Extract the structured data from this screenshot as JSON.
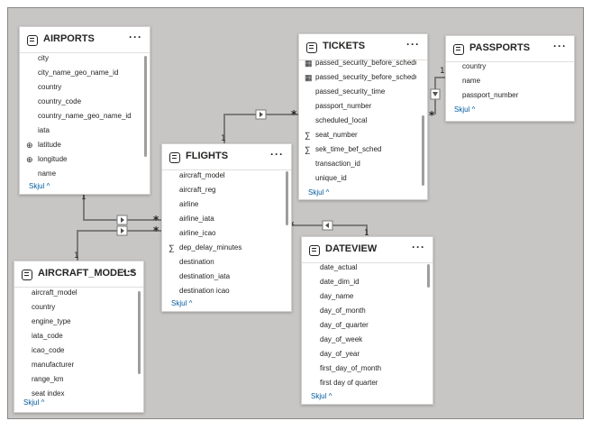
{
  "tables": {
    "airports": {
      "title": "AIRPORTS",
      "fields": [
        "city",
        "city_name_geo_name_id",
        "country",
        "country_code",
        "country_name_geo_name_id",
        "iata",
        "latitude",
        "longitude",
        "name"
      ],
      "collapse": "Skjul"
    },
    "tickets": {
      "title": "TICKETS",
      "fields": [
        "passed_security_before_schedule...",
        "passed_security_before_schedule...",
        "passed_security_time",
        "passport_number",
        "scheduled_local",
        "seat_number",
        "sek_time_bef_sched",
        "transaction_id",
        "unique_id"
      ],
      "collapse": "Skjul"
    },
    "passports": {
      "title": "PASSPORTS",
      "fields": [
        "country",
        "name",
        "passport_number"
      ],
      "collapse": "Skjul"
    },
    "flights": {
      "title": "FLIGHTS",
      "fields": [
        "aircraft_model",
        "aircraft_reg",
        "airline",
        "airline_iata",
        "airline_icao",
        "dep_delay_minutes",
        "destination",
        "destination_iata",
        "destination icao"
      ],
      "collapse": "Skjul"
    },
    "dateview": {
      "title": "DATEVIEW",
      "fields": [
        "date_actual",
        "date_dim_id",
        "day_name",
        "day_of_month",
        "day_of_quarter",
        "day_of_week",
        "day_of_year",
        "first_day_of_month",
        "first day of quarter"
      ],
      "collapse": "Skjul"
    },
    "aircraft_models": {
      "title": "AIRCRAFT_MODELS",
      "fields": [
        "aircraft_model",
        "country",
        "engine_type",
        "iata_code",
        "icao_code",
        "manufacturer",
        "range_km",
        "seat index"
      ],
      "collapse": "Skjul"
    }
  },
  "ui": {
    "more": "···",
    "chevron": "^",
    "one": "1",
    "many": "*",
    "sigma": "∑",
    "globe": "⊕"
  }
}
